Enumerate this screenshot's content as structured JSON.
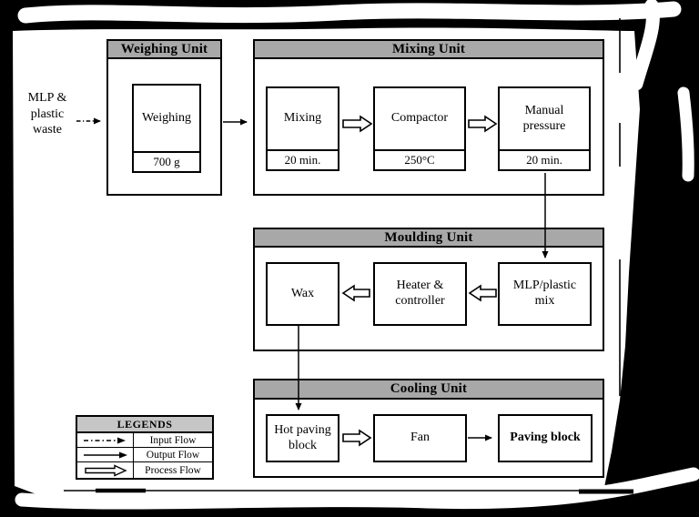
{
  "input_source": {
    "label": "MLP &\nplastic\nwaste"
  },
  "units": {
    "weighing": {
      "title": "Weighing Unit",
      "steps": [
        {
          "label": "Weighing",
          "value": "700 g"
        }
      ]
    },
    "mixing": {
      "title": "Mixing Unit",
      "steps": [
        {
          "label": "Mixing",
          "value": "20 min."
        },
        {
          "label": "Compactor",
          "value": "250°C"
        },
        {
          "label": "Manual pressure",
          "value": "20 min."
        }
      ]
    },
    "moulding": {
      "title": "Moulding Unit",
      "steps": [
        {
          "label": "Wax"
        },
        {
          "label": "Heater & controller"
        },
        {
          "label": "MLP/plastic mix"
        }
      ]
    },
    "cooling": {
      "title": "Cooling Unit",
      "steps": [
        {
          "label": "Hot paving block"
        },
        {
          "label": "Fan"
        },
        {
          "label": "Paving block"
        }
      ]
    }
  },
  "legend": {
    "title": "LEGENDS",
    "rows": [
      {
        "symbol": "input-flow-arrow",
        "label": "Input Flow"
      },
      {
        "symbol": "output-flow-arrow",
        "label": "Output Flow"
      },
      {
        "symbol": "process-flow-arrow",
        "label": "Process Flow"
      }
    ]
  },
  "colors": {
    "unit_header_bg": "#a8a8a8",
    "legend_header_bg": "#c6c6c6",
    "box_border": "#000000",
    "page_bg": "#ffffff",
    "outside_bg": "#000000"
  }
}
